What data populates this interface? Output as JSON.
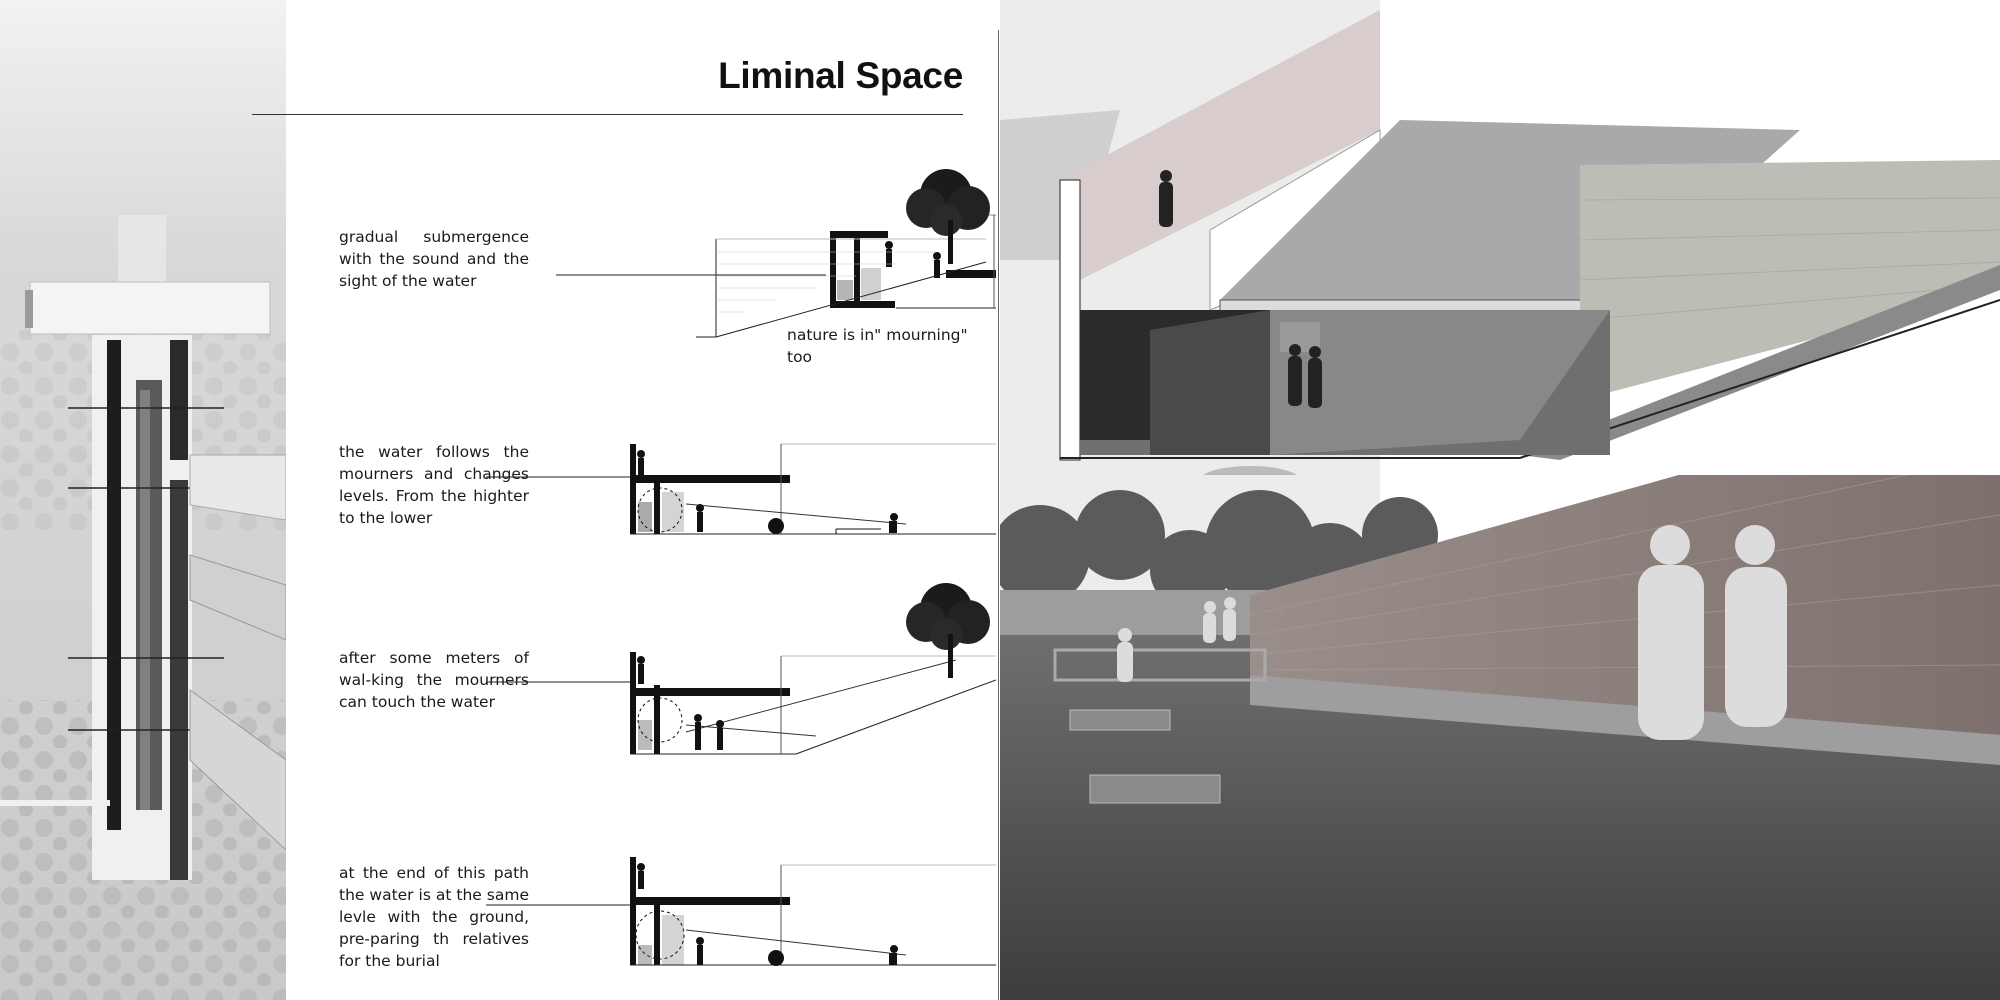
{
  "title": "Liminal Space",
  "captions": [
    {
      "text": "gradual submergence with the sound and the sight of the water"
    },
    {
      "text": "the water follows the mourners and changes levels. From the highter to the lower"
    },
    {
      "text": "after some meters of wal-king the mourners can touch the water"
    },
    {
      "text": "at the end of this path the water is at the same levle with the ground, pre-paring th relatives for the burial"
    }
  ],
  "note": "nature is in\" mourning\" too",
  "colors": {
    "text": "#1a1a1a",
    "plan_bg": "#dcdcdc",
    "concrete": "#b9b9b9",
    "rammed_earth": "#8d7f7c",
    "water": "#4d4d4d"
  }
}
